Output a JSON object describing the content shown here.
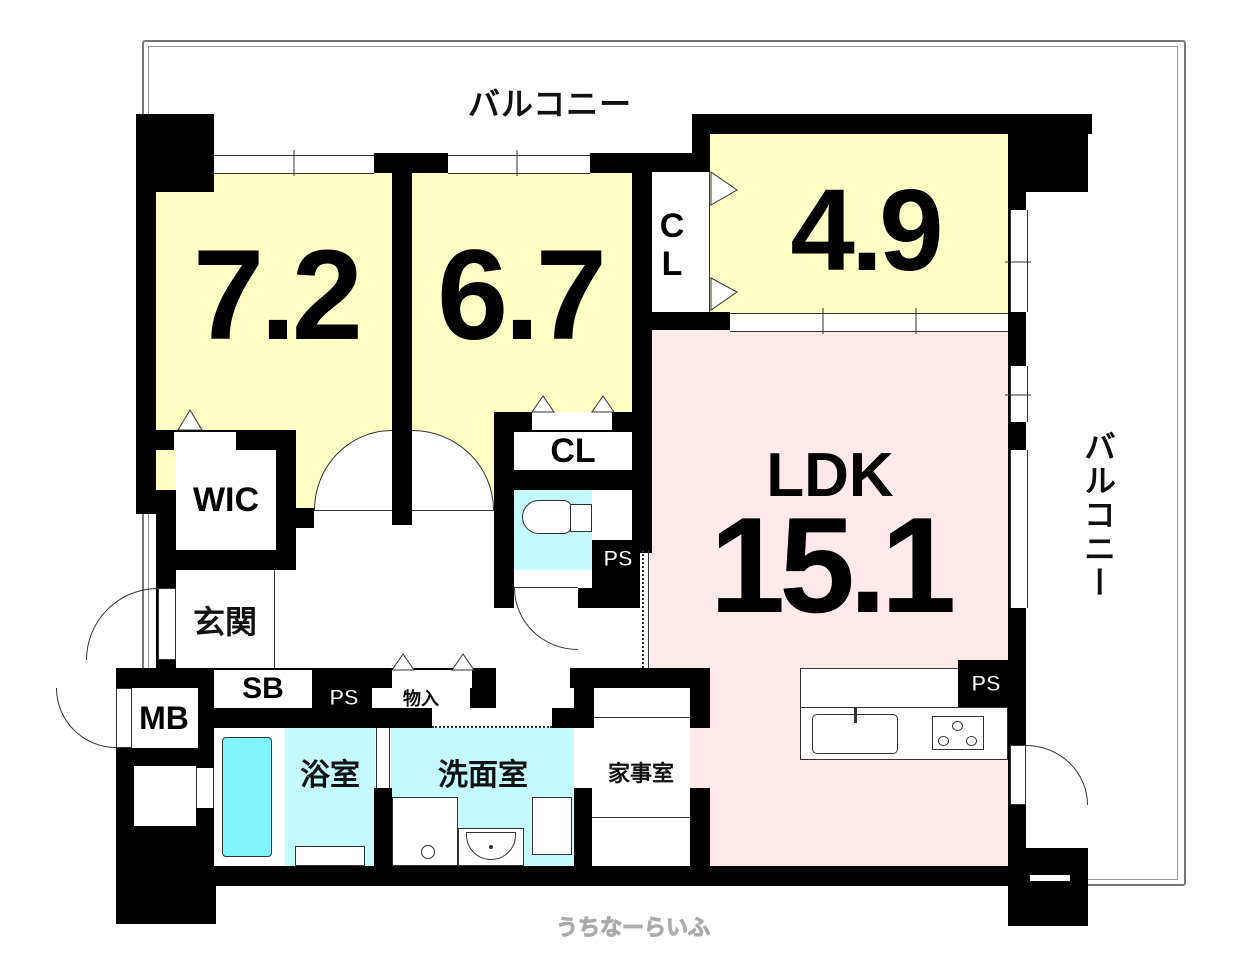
{
  "floorplan": {
    "balconies": {
      "top_label": "バルコニー",
      "right_label": "バルコニー"
    },
    "rooms": [
      {
        "id": "western-room-1",
        "size": "7.2",
        "color": "#fffec4"
      },
      {
        "id": "western-room-2",
        "size": "6.7",
        "color": "#fffec4"
      },
      {
        "id": "western-room-3",
        "size": "4.9",
        "color": "#fffec4"
      },
      {
        "id": "ldk",
        "label": "LDK",
        "size": "15.1",
        "color": "#ffe9ea"
      }
    ],
    "labels": {
      "wic": "WIC",
      "cl_vertical_top": "C",
      "cl_vertical_bottom": "L",
      "cl_center": "CL",
      "entrance": "玄関",
      "sb": "SB",
      "mb": "MB",
      "ps_toilet": "PS",
      "ps_hall": "PS",
      "ps_kitchen": "PS",
      "storage": "物入",
      "bathroom": "浴室",
      "washroom": "洗面室",
      "utility_room": "家事室"
    },
    "colors": {
      "bedroom": "#fffec4",
      "ldk": "#ffe9ea",
      "wet_area": "#c4fafe",
      "bathtub": "#7ff5fb",
      "wall": "#000000"
    },
    "watermark": "うちなーらいふ"
  }
}
